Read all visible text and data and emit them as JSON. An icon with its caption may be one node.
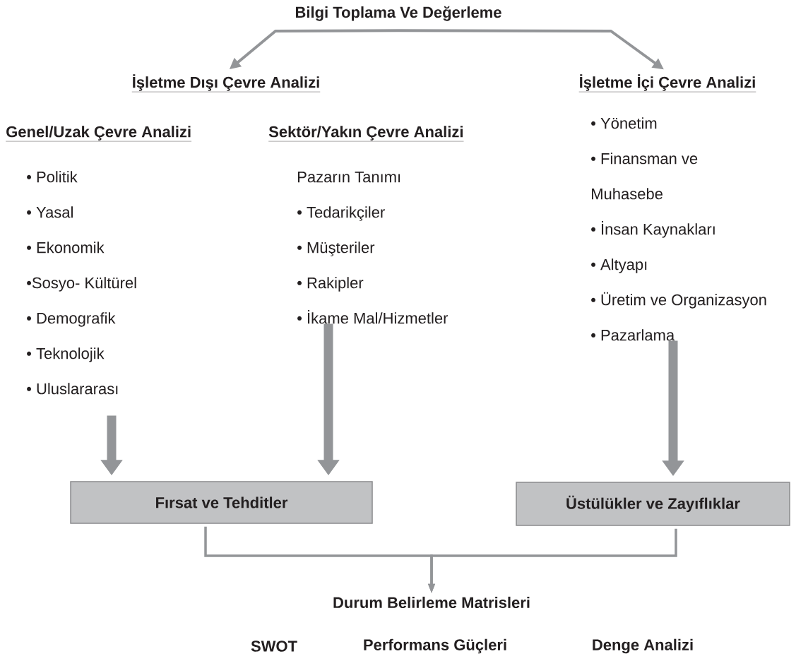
{
  "diagram": {
    "nodes": [
      {
        "text": [
          "Bilgi Toplama Ve Değerleme"
        ]
      },
      {
        "text": [
          "İşletme Dışı Çevre Analizi"
        ]
      },
      {
        "text": [
          "İşletme İçi Çevre Analizi"
        ]
      },
      {
        "text": [
          "Genel/Uzak Çevre Analizi",
          "• Politik",
          "• Yasal",
          "• Ekonomik",
          "•Sosyo- Kültürel",
          "• Demografik",
          "• Teknolojik",
          "• Uluslararası"
        ]
      },
      {
        "text": [
          "Sektör/Yakın Çevre Analizi",
          "Pazarın Tanımı",
          "• Tedarikçiler",
          "• Müşteriler",
          "• Rakipler",
          "• İkame Mal/Hizmetler"
        ]
      },
      {
        "text": [
          "• Yönetim",
          "• Finansman ve Muhasebe",
          "• İnsan Kaynakları",
          "• Altyapı",
          "• Üretim ve Organizasyon",
          "• Pazarlama"
        ]
      },
      {
        "text": [
          "Fırsat ve Tehditler"
        ]
      },
      {
        "text": [
          "Üstülükler ve Zayıflıklar"
        ]
      },
      {
        "text": [
          "Durum Belirleme Matrisleri"
        ]
      }
    ],
    "edges": [
      {
        "from": 0,
        "to": 1,
        "arrow": "to"
      },
      {
        "from": 0,
        "to": 2,
        "arrow": "to"
      },
      {
        "from": 3,
        "to": 6,
        "arrow": "to",
        "style": "thick"
      },
      {
        "from": 4,
        "to": 6,
        "arrow": "to",
        "style": "thick"
      },
      {
        "from": 5,
        "to": 7,
        "arrow": "to",
        "style": "thick"
      },
      {
        "from": 6,
        "to": 8,
        "arrow": "to"
      },
      {
        "from": 7,
        "to": 8,
        "arrow": "to"
      }
    ],
    "labels": [
      "SWOT",
      "Performans Güçleri",
      "Denge Analizi"
    ]
  }
}
